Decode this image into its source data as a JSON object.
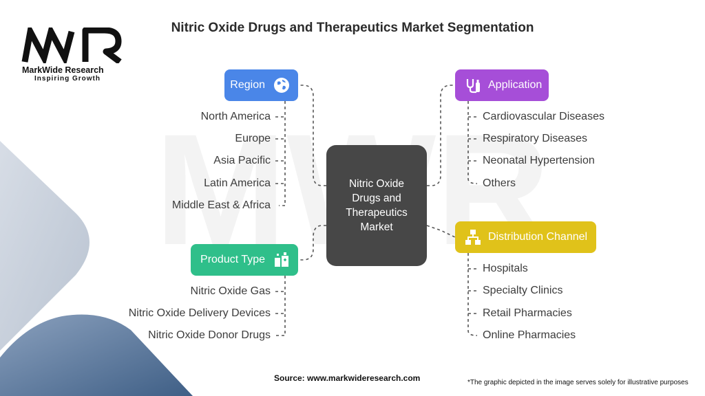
{
  "title": "Nitric Oxide Drugs and Therapeutics Market Segmentation",
  "logo": {
    "mark": "MWR",
    "name": "MarkWide Research",
    "tagline": "Inspiring Growth"
  },
  "center": "Nitric Oxide Drugs and Therapeutics Market",
  "branches": {
    "region": {
      "label": "Region",
      "color": "#4a86e8",
      "icon": "globe-icon",
      "items": [
        "North America",
        "Europe",
        "Asia Pacific",
        "Latin America",
        "Middle East & Africa"
      ]
    },
    "product_type": {
      "label": "Product Type",
      "color": "#2fbf8a",
      "icon": "pharmacy-icon",
      "items": [
        "Nitric Oxide Gas",
        "Nitric Oxide Delivery Devices",
        "Nitric Oxide Donor Drugs"
      ]
    },
    "application": {
      "label": "Application",
      "color": "#a64ed8",
      "icon": "medical-device-icon",
      "items": [
        "Cardiovascular Diseases",
        "Respiratory Diseases",
        "Neonatal Hypertension",
        "Others"
      ]
    },
    "distribution_channel": {
      "label": "Distribution Channel",
      "color": "#e0c21a",
      "icon": "network-icon",
      "items": [
        "Hospitals",
        "Specialty Clinics",
        "Retail Pharmacies",
        "Online Pharmacies"
      ]
    }
  },
  "footer": {
    "source_label": "Source:",
    "source_url": "www.markwideresearch.com",
    "disclaimer": "*The graphic depicted in the image serves solely for illustrative purposes"
  }
}
